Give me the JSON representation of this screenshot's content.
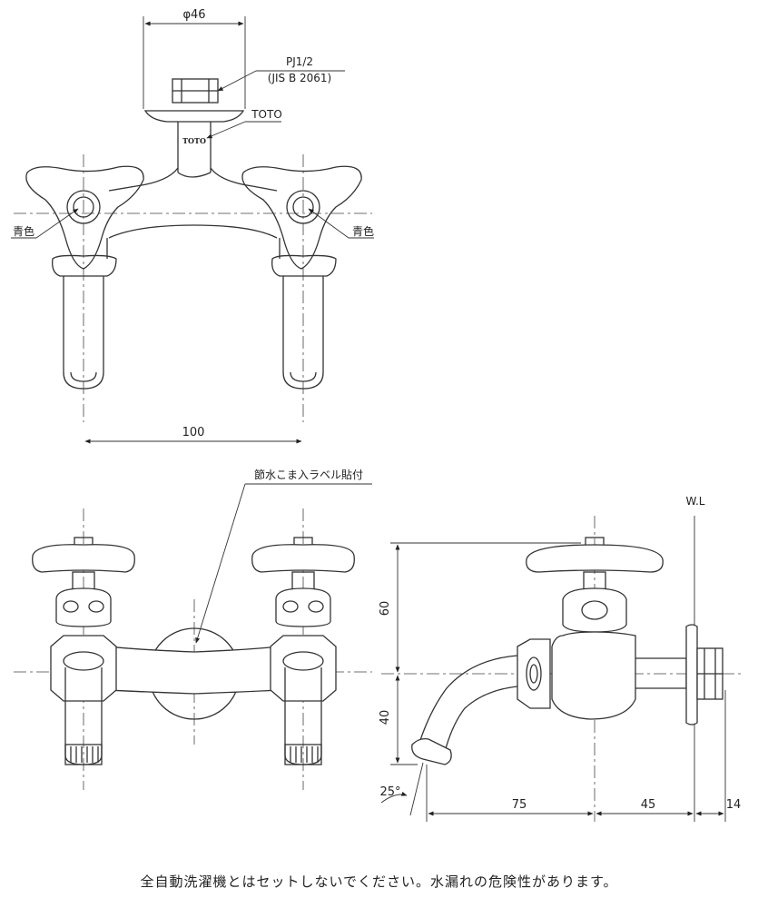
{
  "top_view": {
    "dim_top_diameter": "φ46",
    "thread_label_1": "PJ1/2",
    "thread_label_2": "(JIS B 2061)",
    "brand_callout": "TOTO",
    "brand_mark": "TOTO",
    "handle_color_left": "青色",
    "handle_color_right": "青色",
    "dim_spacing": "100"
  },
  "front_view": {
    "label_note": "節水こま入ラベル貼付"
  },
  "side_view": {
    "water_level": "W.L",
    "dim_height_upper": "60",
    "dim_height_lower": "40",
    "dim_angle": "25°",
    "dim_spout": "75",
    "dim_body": "45",
    "dim_flange": "14"
  },
  "footer": {
    "warning": "全自動洗濯機とはセットしないでください。水漏れの危険性があります。"
  }
}
